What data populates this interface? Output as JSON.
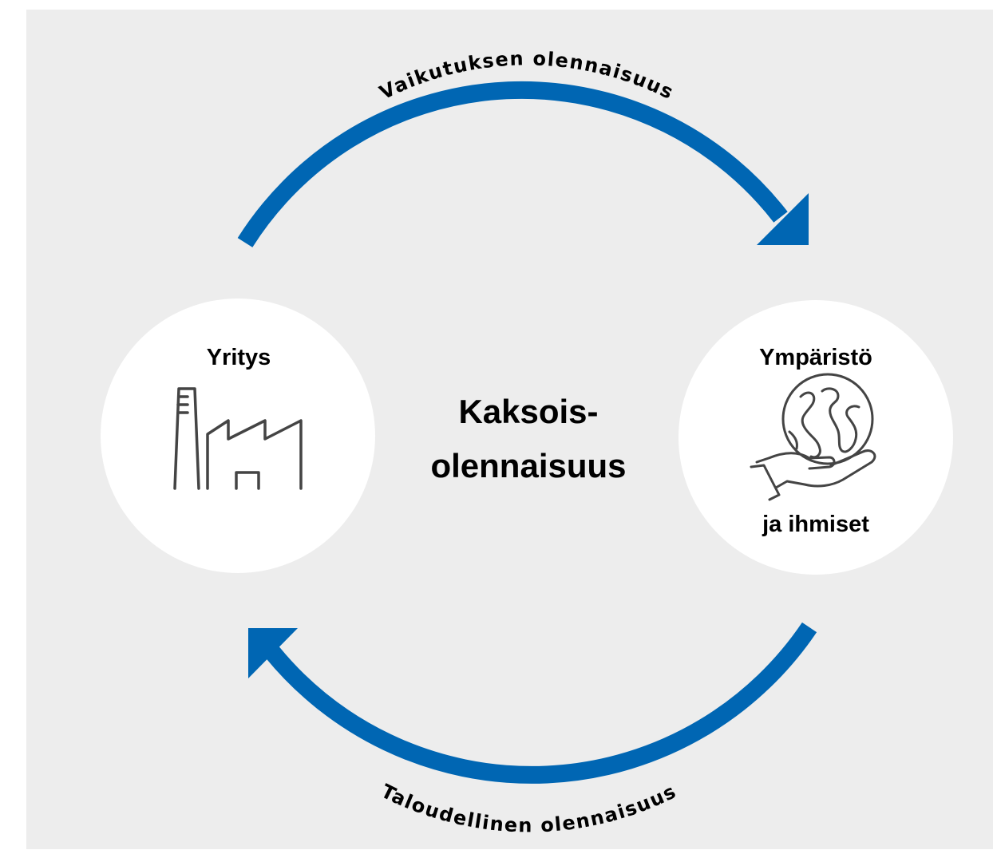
{
  "colors": {
    "background": "#ededed",
    "arrow": "#0066b3",
    "circle": "#ffffff",
    "icon_stroke": "#444444",
    "text": "#000000"
  },
  "arcs": {
    "top_label": "Vaikutuksen olennaisuus",
    "bottom_label": "Taloudellinen olennaisuus"
  },
  "left_node": {
    "title": "Yritys",
    "icon": "factory-icon"
  },
  "right_node": {
    "title": "Ympäristö",
    "subtitle": "ja ihmiset",
    "icon": "globe-in-hand-icon"
  },
  "center": {
    "line1": "Kaksois-",
    "line2": "olennaisuus"
  }
}
